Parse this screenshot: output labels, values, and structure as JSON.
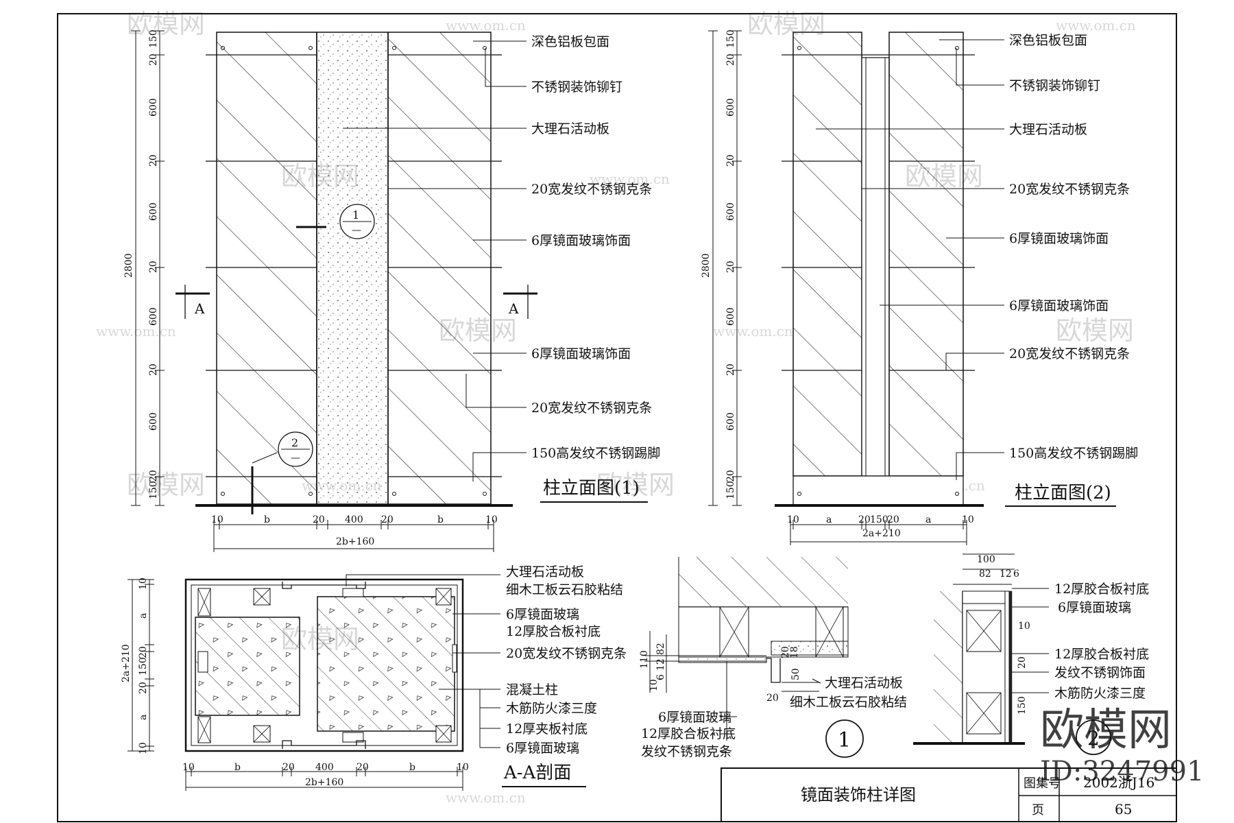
{
  "elevation1": {
    "title": "柱立面图(1)",
    "notes": [
      "深色铝板包面",
      "不锈钢装饰铆钉",
      "大理石活动板",
      "20宽发纹不锈钢克条",
      "6厚镜面玻璃饰面",
      "6厚镜面玻璃饰面",
      "20宽发纹不锈钢克条",
      "150高发纹不锈钢踢脚"
    ],
    "dims_vertical": [
      "150",
      "20",
      "600",
      "20",
      "600",
      "20",
      "600",
      "20",
      "600",
      "20",
      "150"
    ],
    "total_height": "2800",
    "dims_bottom": [
      "10",
      "b",
      "20",
      "400",
      "20",
      "b",
      "10"
    ],
    "total_width": "2b+160",
    "section_mark": "A",
    "detail1": {
      "num": "1",
      "sub": "—"
    },
    "detail2": {
      "num": "2",
      "sub": "—"
    }
  },
  "elevation2": {
    "title": "柱立面图(2)",
    "notes": [
      "深色铝板包面",
      "不锈钢装饰铆钉",
      "大理石活动板",
      "20宽发纹不锈钢克条",
      "6厚镜面玻璃饰面",
      "6厚镜面玻璃饰面",
      "20宽发纹不锈钢克条",
      "150高发纹不锈钢踢脚"
    ],
    "dims_vertical": [
      "150",
      "20",
      "600",
      "20",
      "600",
      "20",
      "600",
      "20",
      "600",
      "20",
      "150"
    ],
    "total_height": "2800",
    "dims_bottom": [
      "10",
      "a",
      "20",
      "150",
      "20",
      "a",
      "10"
    ],
    "total_width": "2a+210"
  },
  "section_aa": {
    "title": "A-A剖面",
    "notes": [
      "大理石活动板",
      "细木工板云石胶粘结",
      "6厚镜面玻璃",
      "12厚胶合板衬底",
      "20宽发纹不锈钢克条",
      "混凝土柱",
      "木筋防火漆三度",
      "12厚夹板衬底",
      "6厚镜面玻璃"
    ],
    "dims_left": [
      "10",
      "a",
      "20",
      "150",
      "20",
      "a",
      "10"
    ],
    "total_left": "2a+210",
    "dims_bottom": [
      "10",
      "b",
      "20",
      "400",
      "20",
      "b",
      "10"
    ],
    "total_bottom": "2b+160"
  },
  "detail_1": {
    "label": "1",
    "notes_right": [
      "大理石活动板",
      "细木工板云石胶粘结"
    ],
    "notes_left": [
      "6厚镜面玻璃",
      "12厚胶合板衬底",
      "发纹不锈钢克条"
    ],
    "dims": [
      "82",
      "110",
      "10",
      "6",
      "12",
      "20",
      "18",
      "50",
      "20"
    ]
  },
  "detail_2": {
    "label": "2",
    "notes": [
      "12厚胶合板衬底",
      "6厚镜面玻璃",
      "12厚胶合板衬底",
      "发纹不锈钢饰面",
      "木筋防火漆三度"
    ],
    "dims": [
      "100",
      "82",
      "12",
      "6",
      "10",
      "20",
      "150"
    ]
  },
  "title_block": {
    "drawing_title": "镜面装饰柱详图",
    "atlas_label": "图集号",
    "atlas_no": "2002浙J16",
    "page_label": "页",
    "page_no": "65"
  },
  "watermark": {
    "brand": "欧模网",
    "url": "www.om.cn",
    "id": "ID:3247991"
  }
}
